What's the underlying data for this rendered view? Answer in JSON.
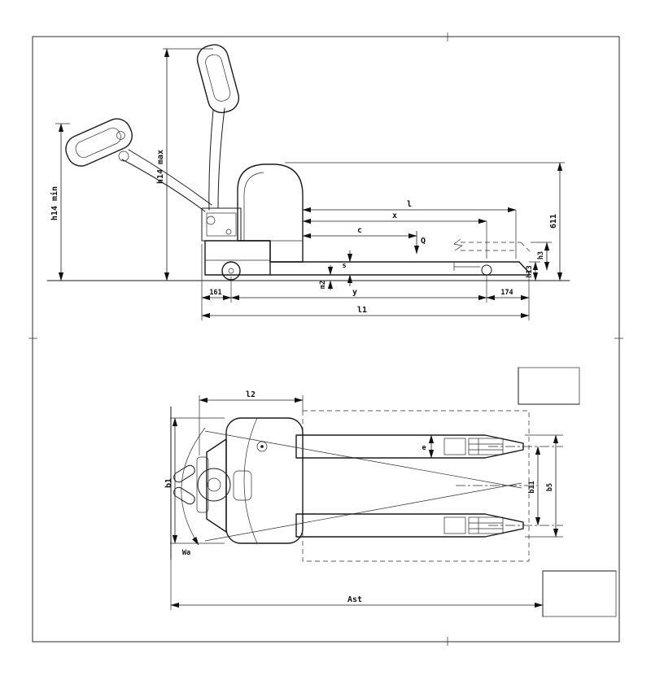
{
  "dims": {
    "side": {
      "h14_max": "h14 max",
      "h14_min": "h14 min",
      "d611": "611",
      "l": "l",
      "x": "x",
      "c": "c",
      "q": "Q",
      "h3": "h3",
      "h13": "h13",
      "s": "s",
      "m2": "m2",
      "y": "y",
      "d161": "161",
      "d174": "174",
      "l1": "l1"
    },
    "top": {
      "l2": "l2",
      "b1": "b1",
      "b11": "b11",
      "b5": "b5",
      "e": "e",
      "wa": "Wa",
      "ast": "Ast"
    }
  }
}
